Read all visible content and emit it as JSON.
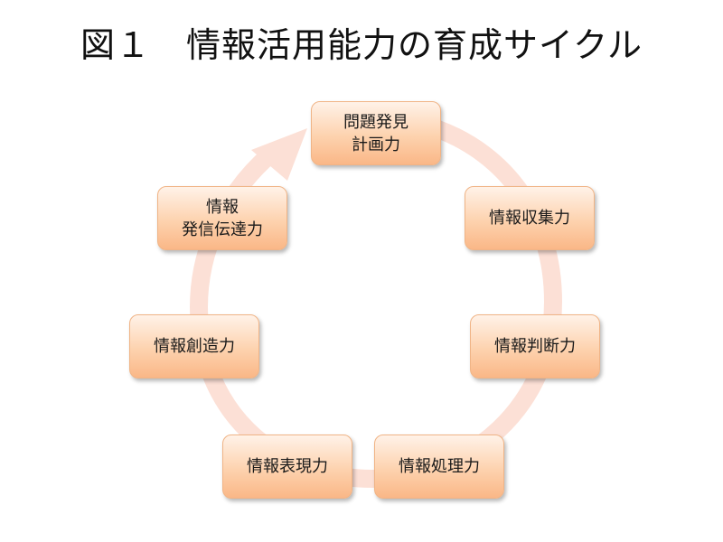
{
  "title": "図１　情報活用能力の育成サイクル",
  "colors": {
    "node_top": "#fff2e8",
    "node_bottom": "#fab787",
    "node_border": "#f0b486",
    "cycle_arrow": "#fce0d6"
  },
  "cycle": {
    "arrow_icon": "circular-arrow-icon",
    "nodes": [
      {
        "lines": [
          "問題発見",
          "計画力"
        ]
      },
      {
        "lines": [
          "情報収集力"
        ]
      },
      {
        "lines": [
          "情報判断力"
        ]
      },
      {
        "lines": [
          "情報処理力"
        ]
      },
      {
        "lines": [
          "情報表現力"
        ]
      },
      {
        "lines": [
          "情報創造力"
        ]
      },
      {
        "lines": [
          "情報",
          "発信伝達力"
        ]
      }
    ]
  }
}
